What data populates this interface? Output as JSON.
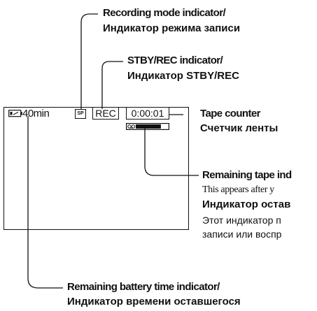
{
  "callouts": {
    "recording_mode": {
      "en": "Recording mode indicator/",
      "ru": "Индикатор режима записи"
    },
    "stby_rec": {
      "en": "STBY/REC indicator/",
      "ru": "Индикатор STBY/REC"
    },
    "tape_counter": {
      "en": "Tape counter",
      "ru": "Счетчик ленты"
    },
    "remaining_tape": {
      "en": "Remaining tape ind",
      "en_note": "This appears after y",
      "ru": "Индикатор остав",
      "ru_note_1": "Этот индикатор п",
      "ru_note_2": "записи или воспр"
    },
    "remaining_battery": {
      "en": "Remaining battery time indicator/",
      "ru": "Индикатор времени оставшегося"
    }
  },
  "screen": {
    "battery_time": "40min",
    "mode": "SP",
    "status": "REC",
    "counter": "0:00:01",
    "tape_remaining_fraction": 0.78
  }
}
